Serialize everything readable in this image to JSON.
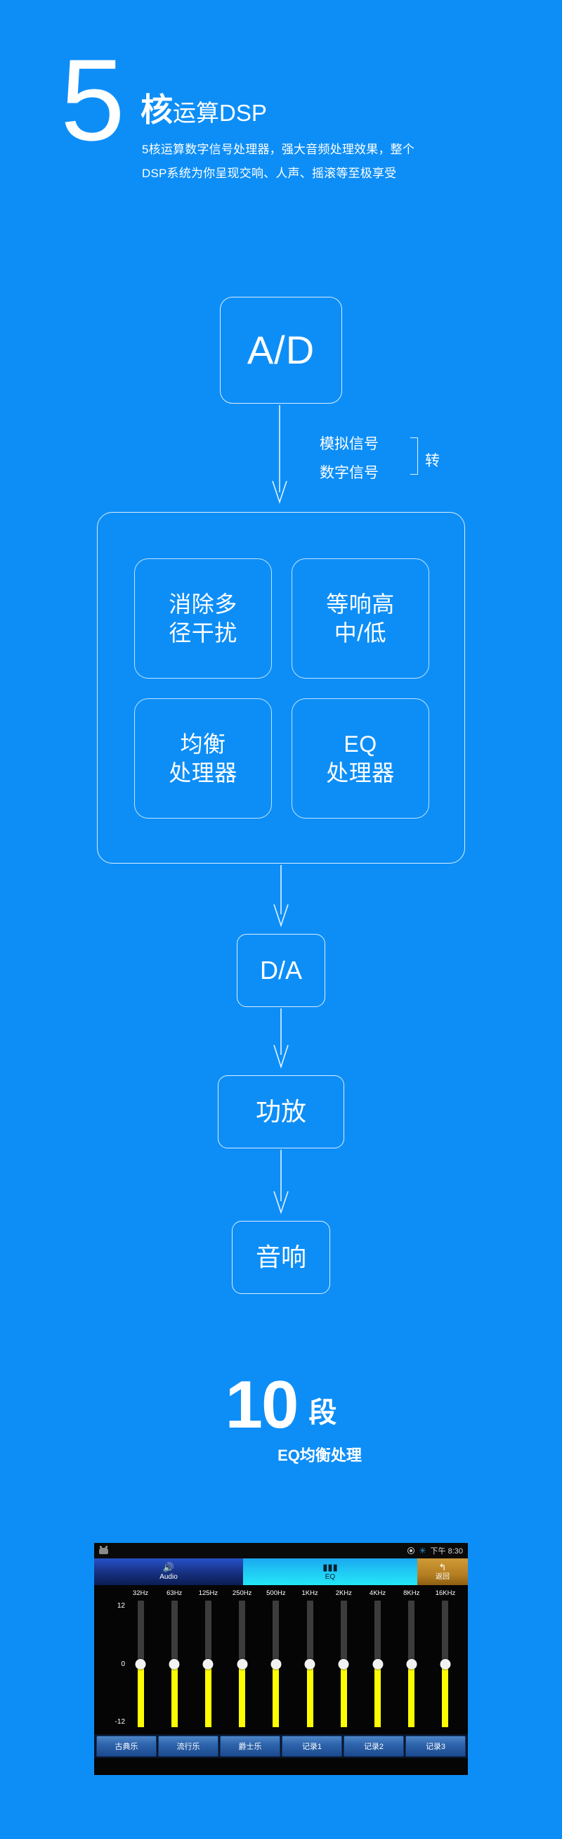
{
  "page": {
    "background_color": "#0d8ef7",
    "accent_color": "#ffffff"
  },
  "header": {
    "big_number": "5",
    "title_big": "核",
    "title_small": "运算DSP",
    "description": "5核运算数字信号处理器，强大音频处理效果，整个DSP系统为你呈现交响、人声、摇滚等至极享受"
  },
  "flow": {
    "ad_node": "A/D",
    "conversion": {
      "line1": "模拟信号",
      "line2": "数字信号",
      "suffix": "转"
    },
    "dsp_cells": [
      "消除多\n径干扰",
      "等响高\n中/低",
      "均衡\n处理器",
      "EQ\n处理器"
    ],
    "da_node": "D/A",
    "amp_node": "功放",
    "speaker_node": "音响"
  },
  "ten_band": {
    "number": "10",
    "unit": "段",
    "subtitle": "EQ均衡处理"
  },
  "eq_screen": {
    "status": {
      "time": "下午 8:30",
      "android_icon": "android-robot-icon",
      "location_icon": "location-target-icon",
      "bluetooth_icon": "bluetooth-icon"
    },
    "tabs": [
      {
        "label": "Audio",
        "icon": "speaker-icon",
        "active": false
      },
      {
        "label": "EQ",
        "icon": "equalizer-bars-icon",
        "active": true
      },
      {
        "label": "返回",
        "icon": "back-arrow-icon",
        "active": false
      }
    ],
    "scale_labels": [
      "12",
      "0",
      "-12"
    ],
    "bands": [
      {
        "freq": "32Hz",
        "value": 0
      },
      {
        "freq": "63Hz",
        "value": 0
      },
      {
        "freq": "125Hz",
        "value": 0
      },
      {
        "freq": "250Hz",
        "value": 0
      },
      {
        "freq": "500Hz",
        "value": 0
      },
      {
        "freq": "1KHz",
        "value": 0
      },
      {
        "freq": "2KHz",
        "value": 0
      },
      {
        "freq": "4KHz",
        "value": 0
      },
      {
        "freq": "8KHz",
        "value": 0
      },
      {
        "freq": "16KHz",
        "value": 0
      }
    ],
    "presets": [
      "古典乐",
      "流行乐",
      "爵士乐",
      "记录1",
      "记录2",
      "记录3"
    ]
  }
}
